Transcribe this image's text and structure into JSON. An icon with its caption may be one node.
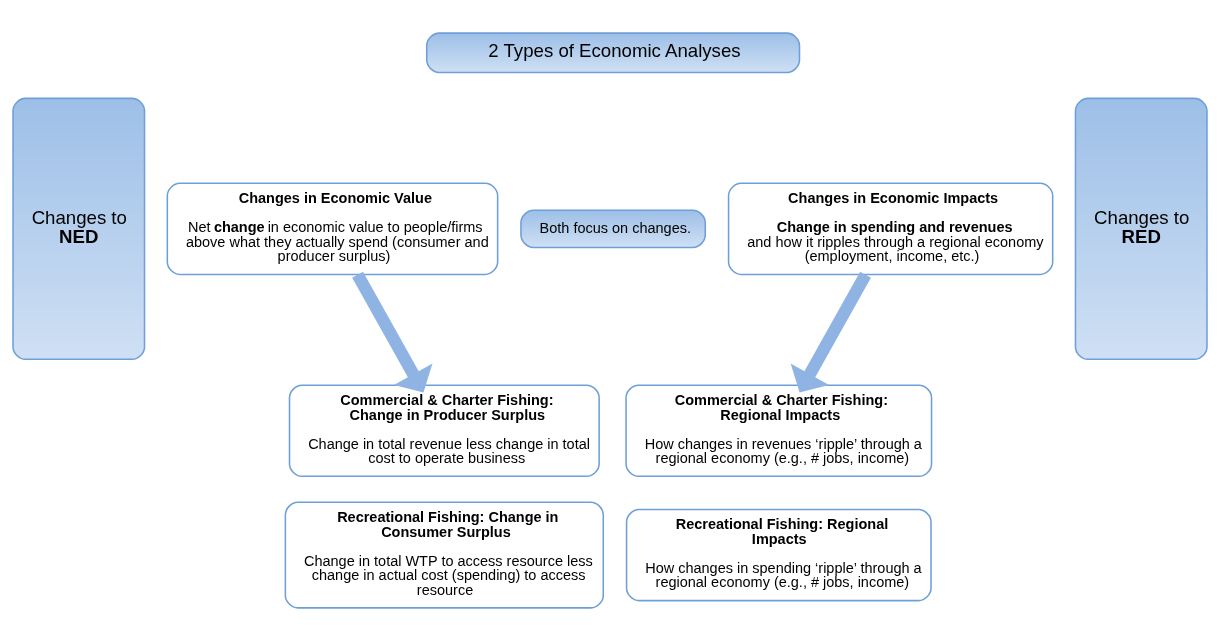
{
  "diagram": {
    "nodes": [
      {
        "text": [
          "2 Types of Economic Analyses"
        ]
      },
      {
        "text": [
          "Changes to **NED**"
        ]
      },
      {
        "text": [
          "Changes in Economic Value",
          "Net **change** in economic value to people/firms above what they actually spend (consumer and producer surplus)"
        ]
      },
      {
        "text": [
          "Both focus on changes."
        ]
      },
      {
        "text": [
          "Changes in Economic Impacts",
          "**Change in spending and revenues** and how it ripples through a regional economy (employment, income, etc.)"
        ]
      },
      {
        "text": [
          "Changes to **RED**"
        ]
      },
      {
        "text": [
          "Commercial & Charter Fishing: Change in Producer Surplus",
          "Change in total revenue less change in total cost to operate business"
        ]
      },
      {
        "text": [
          "Commercial & Charter Fishing: Regional Impacts",
          "How changes in revenues ‘ripple’ through a regional economy (e.g., # jobs, income)"
        ]
      },
      {
        "text": [
          "Recreational Fishing: Change in Consumer Surplus",
          "Change in total WTP to access resource less change in actual cost (spending) to access resource"
        ]
      },
      {
        "text": [
          "Recreational Fishing: Regional Impacts",
          "How changes in spending ‘ripple’ through a regional economy (e.g., # jobs, income)"
        ]
      }
    ],
    "edges": [
      {
        "from": 2,
        "to": 6,
        "arrow": "to"
      },
      {
        "from": 4,
        "to": 7,
        "arrow": "to"
      }
    ]
  }
}
